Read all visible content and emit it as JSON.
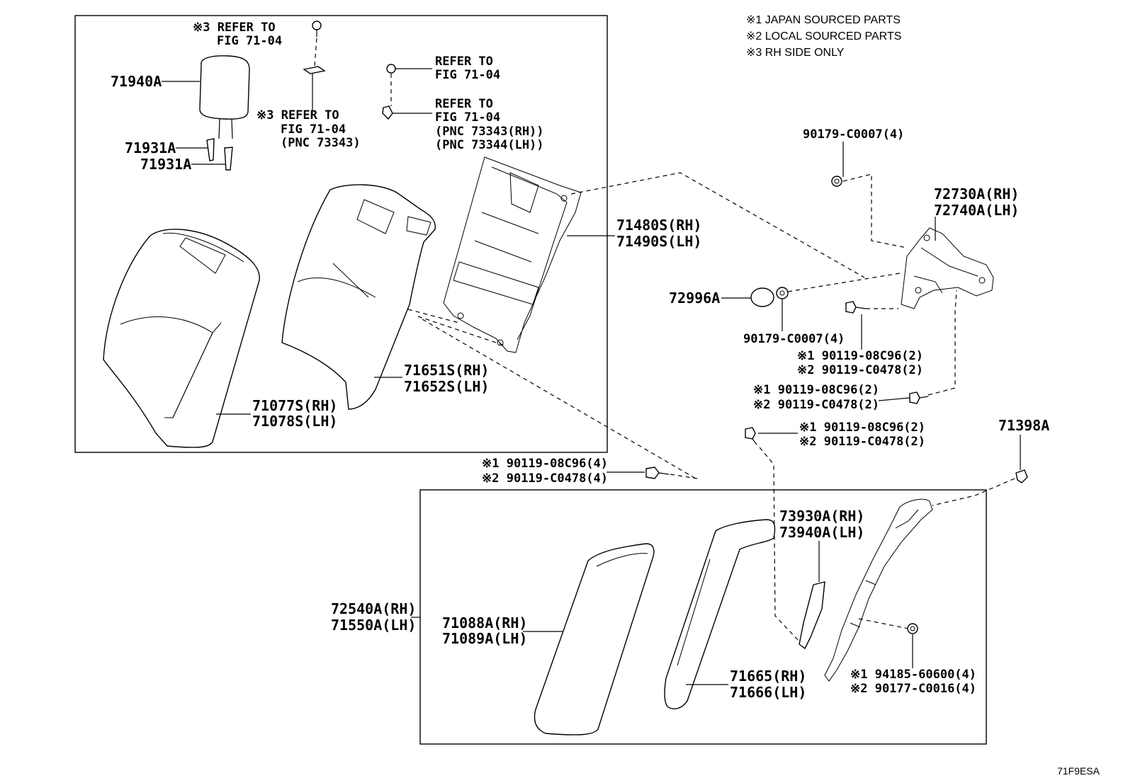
{
  "notes": [
    "※1 JAPAN SOURCED PARTS",
    "※2 LOCAL SOURCED PARTS",
    "※3 RH SIDE ONLY"
  ],
  "diagram_code": "71F9ESA",
  "labels": {
    "l_71940a": "71940A",
    "l_71931a_1": "71931A",
    "l_71931a_2": "71931A",
    "l_refer_top_1": "※3 REFER TO",
    "l_refer_top_2": "FIG 71-04",
    "l_refer_mid_1": "※3 REFER TO",
    "l_refer_mid_2": "FIG 71-04",
    "l_refer_mid_3": "(PNC 73343)",
    "l_refer_r1_1": "REFER TO",
    "l_refer_r1_2": "FIG 71-04",
    "l_refer_r2_1": "REFER TO",
    "l_refer_r2_2": "FIG 71-04",
    "l_refer_r2_3": "(PNC 73343(RH))",
    "l_refer_r2_4": "(PNC 73344(LH))",
    "l_71480s": "71480S(RH)",
    "l_71490s": "71490S(LH)",
    "l_71651s": "71651S(RH)",
    "l_71652s": "71652S(LH)",
    "l_71077s": "71077S(RH)",
    "l_71078s": "71078S(LH)",
    "l_nut_top": "90179-C0007(4)",
    "l_72730a": "72730A(RH)",
    "l_72740a": "72740A(LH)",
    "l_72996a": "72996A",
    "l_nut_mid": "90179-C0007(4)",
    "l_b1_1": "※1 90119-08C96(2)",
    "l_b1_2": "※2 90119-C0478(2)",
    "l_b2_1": "※1 90119-08C96(2)",
    "l_b2_2": "※2 90119-C0478(2)",
    "l_b3_1": "※1 90119-08C96(2)",
    "l_b3_2": "※2 90119-C0478(2)",
    "l_71398a": "71398A",
    "l_b4_1": "※1 90119-08C96(4)",
    "l_b4_2": "※2 90119-C0478(4)",
    "l_72540a": "72540A(RH)",
    "l_71550a": "71550A(LH)",
    "l_71088a": "71088A(RH)",
    "l_71089a": "71089A(LH)",
    "l_73930a": "73930A(RH)",
    "l_73940a": "73940A(LH)",
    "l_71665": "71665(RH)",
    "l_71666": "71666(LH)",
    "l_b5_1": "※1 94185-60600(4)",
    "l_b5_2": "※2 90177-C0016(4)"
  }
}
